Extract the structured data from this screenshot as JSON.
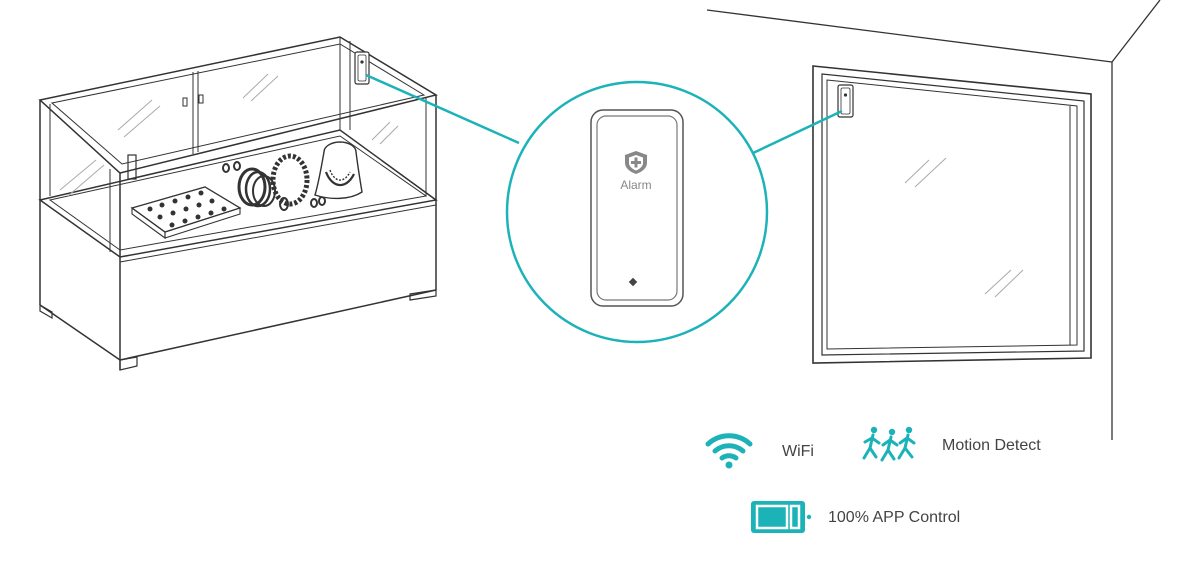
{
  "device": {
    "badge_text": "Alarm",
    "badge_icon": "shield-plus-icon"
  },
  "features": {
    "wifi": {
      "icon": "wifi-icon",
      "label": "WiFi"
    },
    "motion": {
      "icon": "running-people-icon",
      "label": "Motion Detect"
    },
    "app": {
      "icon": "phone-app-icon",
      "label": "100% APP Control"
    }
  },
  "colors": {
    "accent": "#1bb3b8",
    "line": "#333333",
    "text": "#444444",
    "device_text": "#888888"
  }
}
